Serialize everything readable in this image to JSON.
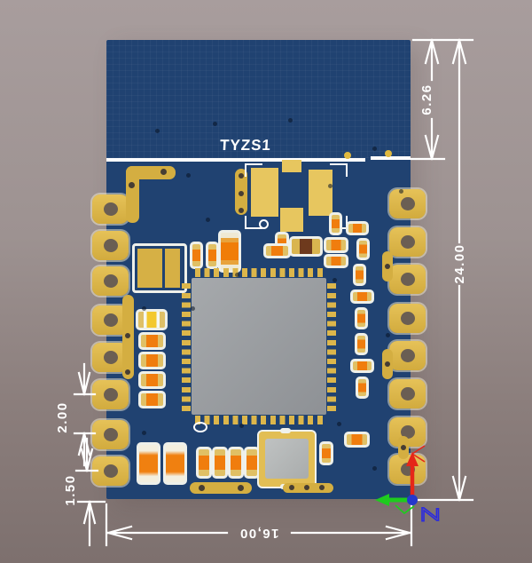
{
  "viewport": {
    "description": "PCB 3D view of Tuya wireless module",
    "background_top": "#a89d9d",
    "background_bottom": "#7d706e"
  },
  "board": {
    "silkscreen_label": "TYZS1",
    "pcb_color": "#204271",
    "pad_color": "#d9b347",
    "silkscreen_color": "#ffffff"
  },
  "dimensions": {
    "antenna_height": "6.26",
    "board_height": "24.00",
    "pad_pitch": "2.00",
    "pad_edge_offset": "1.50",
    "board_width": "16,00",
    "color": "#ffffff"
  },
  "axis_indicator": {
    "z_label": "Z",
    "y_axis_color": "#e52619",
    "x_axis_color": "#1ecb1e",
    "origin_color": "#2438cc"
  }
}
